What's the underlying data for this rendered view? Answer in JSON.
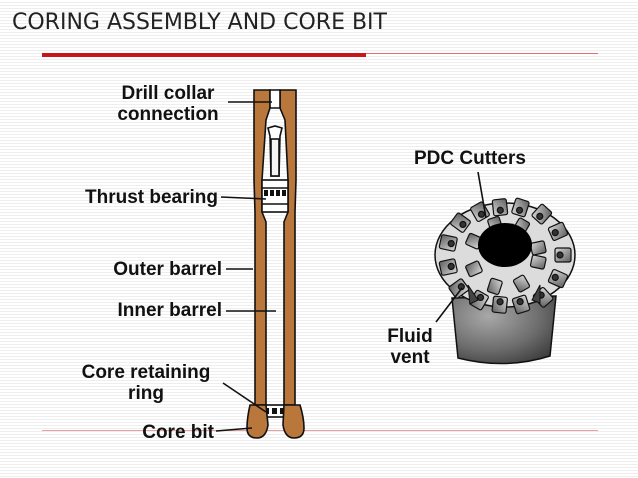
{
  "title": "CORING ASSEMBLY AND CORE BIT",
  "labels": {
    "drill_collar_line1": "Drill collar",
    "drill_collar_line2": "connection",
    "thrust_bearing": "Thrust bearing",
    "outer_barrel": "Outer barrel",
    "inner_barrel": "Inner barrel",
    "core_retaining_line1": "Core retaining",
    "core_retaining_line2": "ring",
    "core_bit": "Core bit",
    "pdc_cutters": "PDC Cutters",
    "fluid_vent_line1": "Fluid",
    "fluid_vent_line2": "vent"
  },
  "colors": {
    "title_rule": "#c8171b",
    "barrel_brown": "#b9773c",
    "bit_body_gray": "#6b6b6b"
  }
}
